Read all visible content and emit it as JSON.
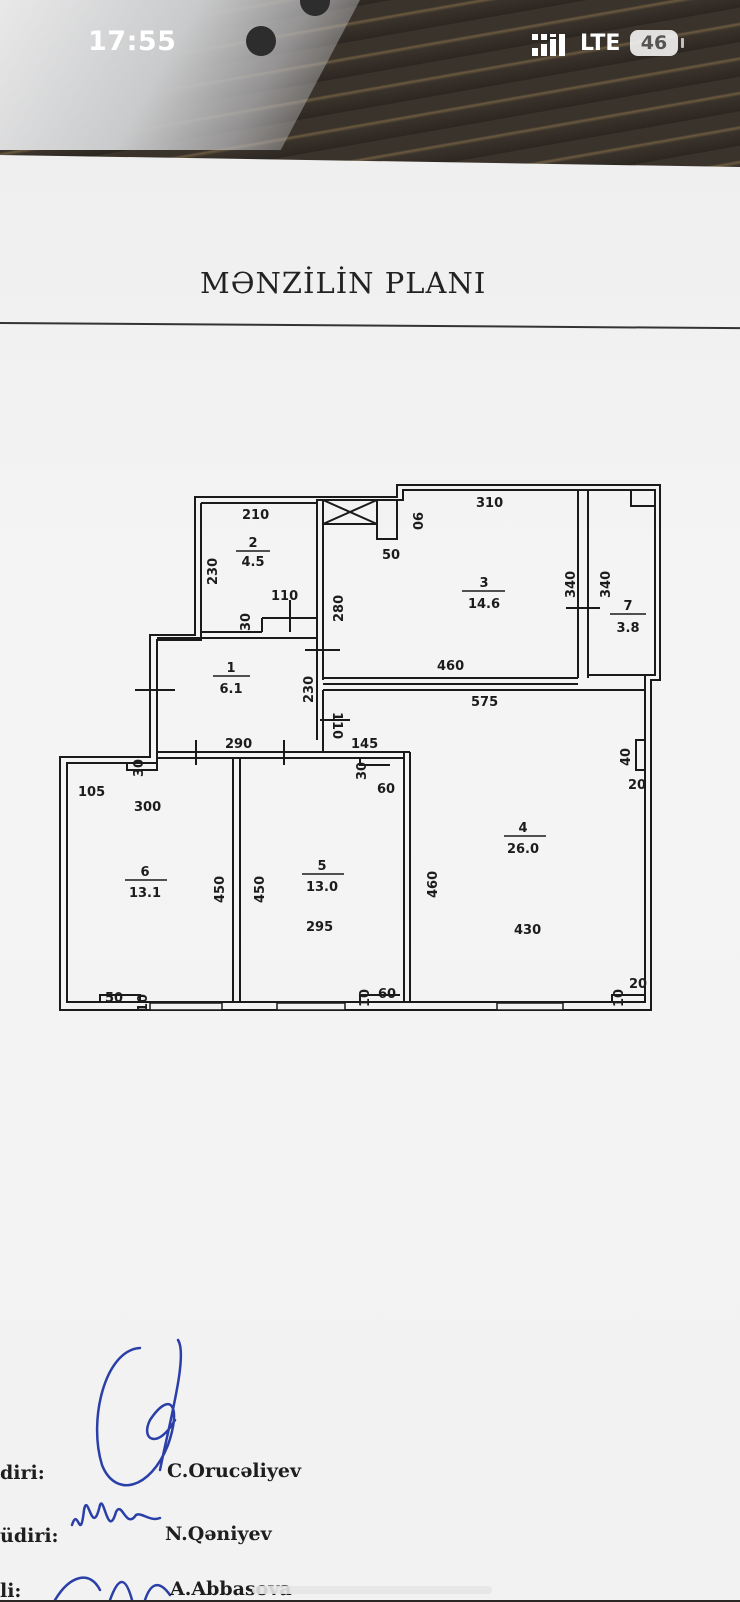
{
  "status_bar": {
    "time": "17:55",
    "network": "LTE",
    "battery": "46"
  },
  "document": {
    "title": "MƏNZİLİN PLANI",
    "signatures": [
      {
        "role_fragment": "diri:",
        "name": "C.Orucəliyev"
      },
      {
        "role_fragment": "üdiri:",
        "name": "N.Qəniyev"
      },
      {
        "role_fragment": "li:",
        "name": "A.Abbasova"
      }
    ]
  },
  "rooms": [
    {
      "id": "room-1",
      "number": "1",
      "area": "6.1"
    },
    {
      "id": "room-2",
      "number": "2",
      "area": "4.5"
    },
    {
      "id": "room-3",
      "number": "3",
      "area": "14.6"
    },
    {
      "id": "room-4",
      "number": "4",
      "area": "26.0"
    },
    {
      "id": "room-5",
      "number": "5",
      "area": "13.0"
    },
    {
      "id": "room-6",
      "number": "6",
      "area": "13.1"
    },
    {
      "id": "room-7",
      "number": "7",
      "area": "3.8"
    }
  ],
  "dimensions": {
    "d210": "210",
    "d230a": "230",
    "d110a": "110",
    "d30a": "30",
    "d50": "50",
    "d90": "90",
    "d310": "310",
    "d280": "280",
    "d340a": "340",
    "d340b": "340",
    "d460a": "460",
    "d575": "575",
    "d230b": "230",
    "d110b": "110",
    "d145": "145",
    "d290": "290",
    "d30b": "30",
    "d30c": "30",
    "d60a": "60",
    "d105": "105",
    "d300": "300",
    "d450a": "450",
    "d450b": "450",
    "d460b": "460",
    "d40": "40",
    "d20a": "20",
    "d295": "295",
    "d430": "430",
    "d50b": "50",
    "d10a": "10",
    "d10b": "10",
    "d60b": "60",
    "d10c": "10",
    "d20b": "20"
  }
}
